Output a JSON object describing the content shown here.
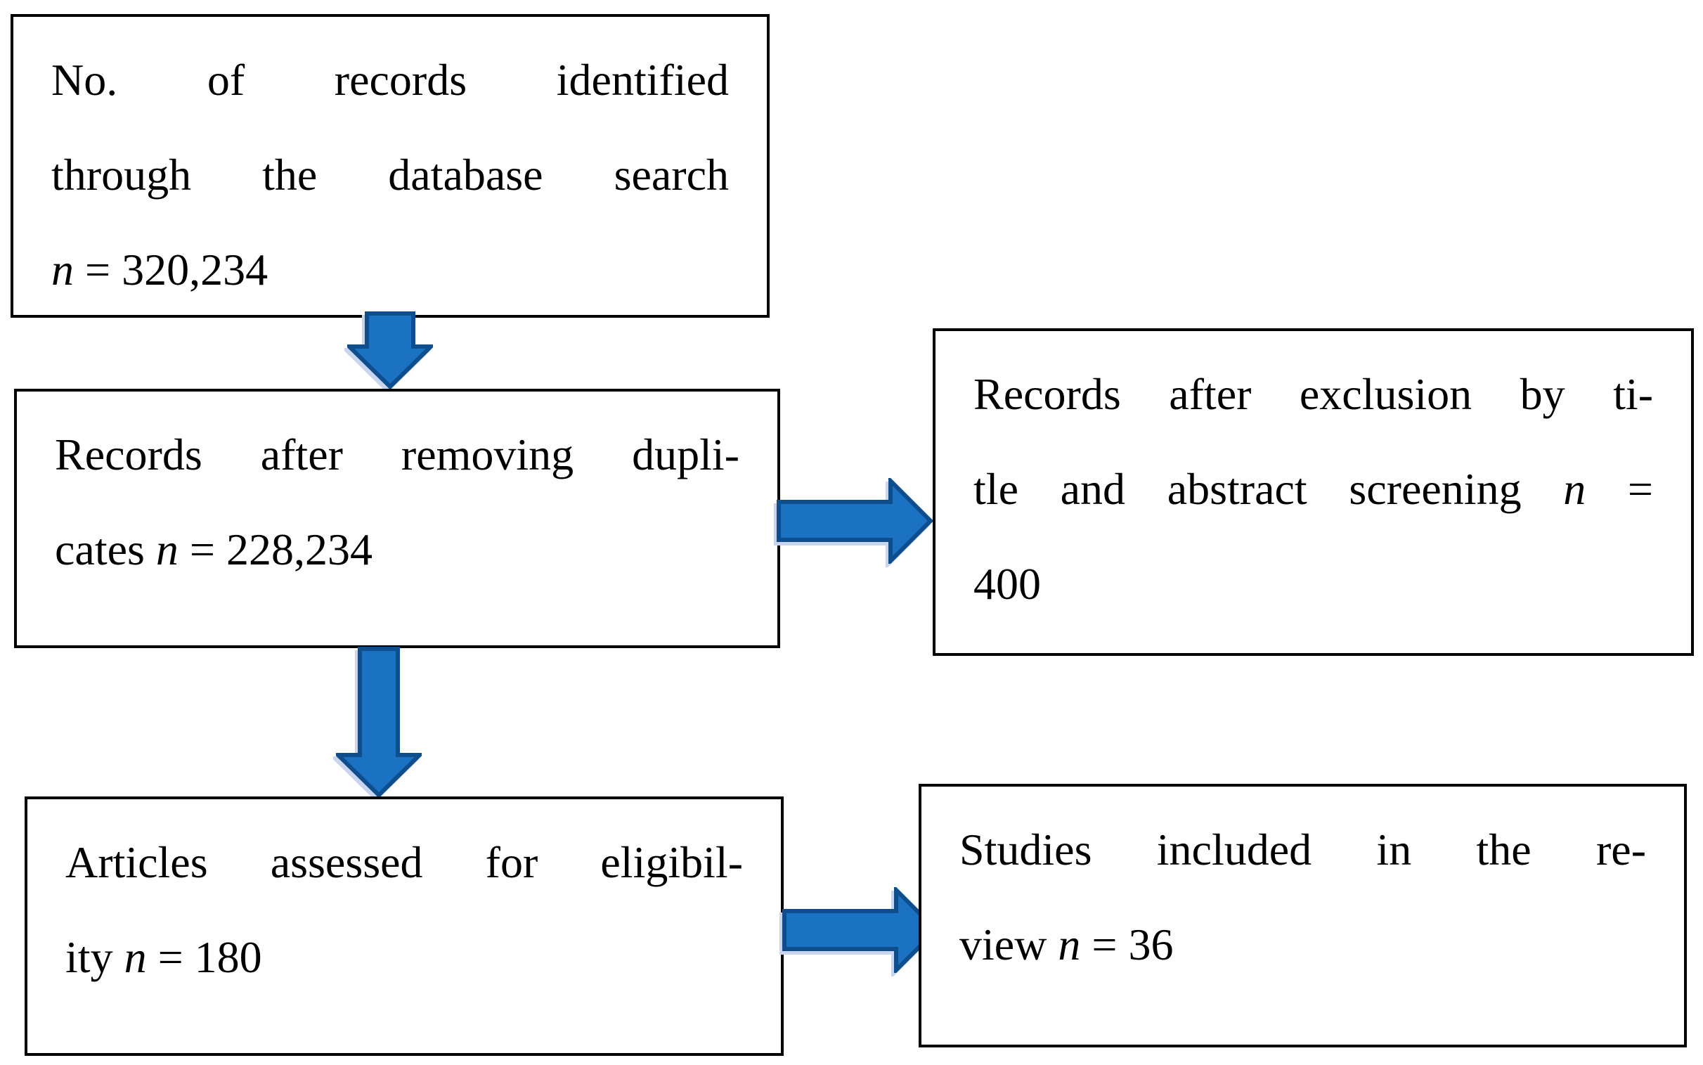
{
  "diagram": {
    "colors": {
      "background": "#ffffff",
      "box_border": "#000000",
      "text": "#000000",
      "arrow_fill": "#1c72c2",
      "arrow_stroke": "#0f4e8c",
      "arrow_shadow": "#c9d4ee"
    },
    "boxes": {
      "identified": {
        "lines": [
          {
            "justify": true,
            "segments": [
              {
                "text": "No. of records identified"
              }
            ]
          },
          {
            "justify": true,
            "segments": [
              {
                "text": "through the database search"
              }
            ]
          },
          {
            "justify": false,
            "segments": [
              {
                "text": "n",
                "italic": true
              },
              {
                "text": " = 320,234"
              }
            ]
          }
        ]
      },
      "deduplicated": {
        "lines": [
          {
            "justify": true,
            "segments": [
              {
                "text": "Records after removing dupli-"
              }
            ]
          },
          {
            "justify": false,
            "segments": [
              {
                "text": "cates "
              },
              {
                "text": "n",
                "italic": true
              },
              {
                "text": " = 228,234"
              }
            ]
          }
        ]
      },
      "excluded": {
        "lines": [
          {
            "justify": true,
            "segments": [
              {
                "text": "Records after exclusion by ti-"
              }
            ]
          },
          {
            "justify": true,
            "segments": [
              {
                "text": "tle and abstract screening "
              },
              {
                "text": "n",
                "italic": true
              },
              {
                "text": " ="
              }
            ]
          },
          {
            "justify": false,
            "segments": [
              {
                "text": "400"
              }
            ]
          }
        ]
      },
      "eligibility": {
        "lines": [
          {
            "justify": true,
            "segments": [
              {
                "text": "Articles assessed for eligibil-"
              }
            ]
          },
          {
            "justify": false,
            "segments": [
              {
                "text": "ity "
              },
              {
                "text": "n",
                "italic": true
              },
              {
                "text": " = 180"
              }
            ]
          }
        ]
      },
      "included": {
        "lines": [
          {
            "justify": true,
            "segments": [
              {
                "text": "Studies included in the re-"
              }
            ]
          },
          {
            "justify": false,
            "segments": [
              {
                "text": "view "
              },
              {
                "text": "n",
                "italic": true
              },
              {
                "text": " = 36"
              }
            ]
          }
        ]
      }
    },
    "arrows": [
      {
        "direction": "down",
        "from": "identified",
        "to": "deduplicated"
      },
      {
        "direction": "right",
        "from": "deduplicated",
        "to": "excluded"
      },
      {
        "direction": "down",
        "from": "deduplicated",
        "to": "eligibility"
      },
      {
        "direction": "right",
        "from": "eligibility",
        "to": "included"
      }
    ]
  }
}
